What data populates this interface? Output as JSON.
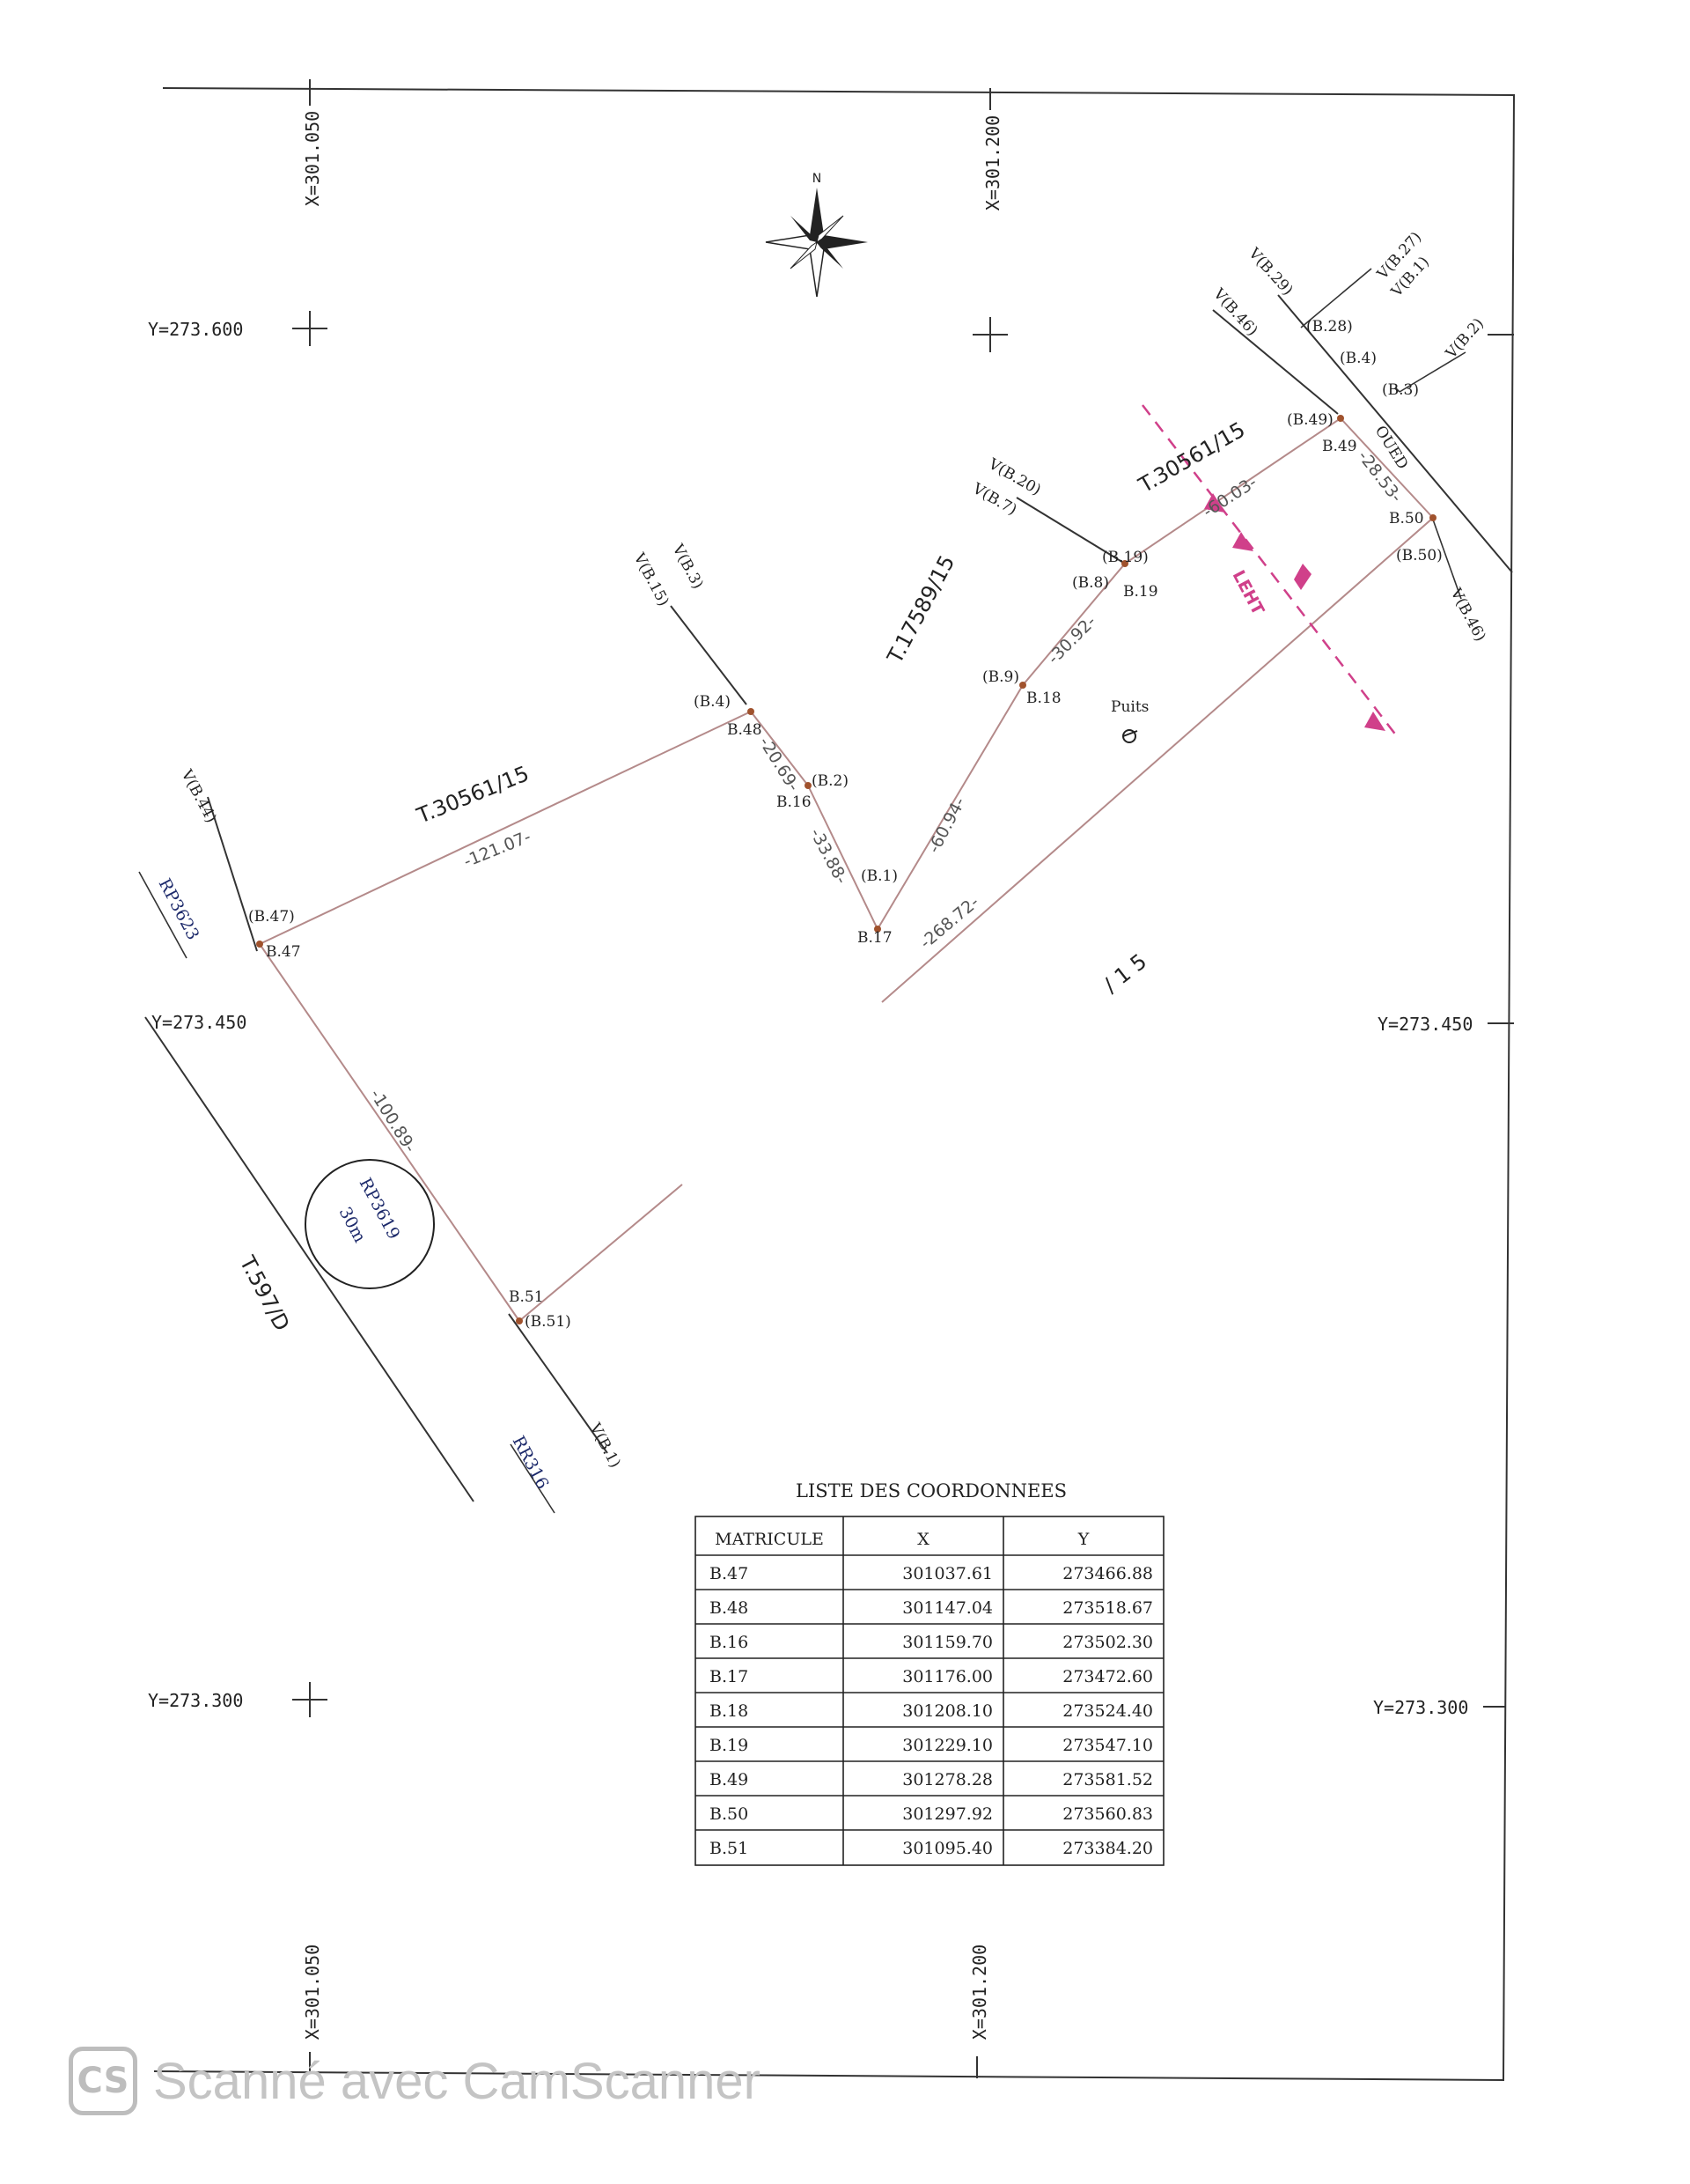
{
  "grid": {
    "x_left": "X=301.050",
    "x_right": "X=301.200",
    "y_top": "Y=273.600",
    "y_mid": "Y=273.450",
    "y_bottom": "Y=273.300"
  },
  "north": "N",
  "titles": {
    "t30561_a": "T.30561/15",
    "t30561_b": "T.30561/15",
    "t17589": "T.17589/15",
    "t597": "T.597/D",
    "slash15": "/ 1 5",
    "oued": "OUED",
    "puits": "Puits",
    "leht": "LEHT"
  },
  "refs": {
    "rp3623": "RP3623",
    "rp3619": "RP3619",
    "rp_width": "30m",
    "rr316": "RR316"
  },
  "distances": {
    "d_121": "-121.07-",
    "d_100": "-100.89-",
    "d_20": "-20.69-",
    "d_33": "-33.88-",
    "d_60_94": "-60.94-",
    "d_30": "-30.92-",
    "d_60_03": "-60.03-",
    "d_28": "-28.53-",
    "d_268": "-268.72-"
  },
  "points": {
    "b47": "B.47",
    "b47p": "(B.47)",
    "b48": "B.48",
    "b4p": "(B.4)",
    "b16": "B.16",
    "b2p": "(B.2)",
    "b17": "B.17",
    "b1p": "(B.1)",
    "b18": "B.18",
    "b9p": "(B.9)",
    "b19": "B.19",
    "b8p": "(B.8)",
    "b19p": "(B.19)",
    "b49": "B.49",
    "b49p": "(B.49)",
    "b50": "B.50",
    "b50p": "(B.50)",
    "b51": "B.51",
    "b51p": "(B.51)",
    "b28p": "(B.28)",
    "b4p2": "(B.4)",
    "b3p": "(B.3)"
  },
  "voisins": {
    "vb44": "V(B.44)",
    "vb3": "V(B.3)",
    "vb15": "V(B.15)",
    "vb20": "V(B.20)",
    "vb7": "V(B.7)",
    "vb29": "V(B.29)",
    "vb46a": "V(B.46)",
    "vb27": "V(B.27)",
    "vb1a": "V(B.1)",
    "vb2": "V(B.2)",
    "vb46b": "V(B.46)",
    "vb1b": "V(B.1)"
  },
  "table": {
    "title": "LISTE DES COORDONNEES",
    "headers": [
      "MATRICULE",
      "X",
      "Y"
    ],
    "rows": [
      [
        "B.47",
        "301037.61",
        "273466.88"
      ],
      [
        "B.48",
        "301147.04",
        "273518.67"
      ],
      [
        "B.16",
        "301159.70",
        "273502.30"
      ],
      [
        "B.17",
        "301176.00",
        "273472.60"
      ],
      [
        "B.18",
        "301208.10",
        "273524.40"
      ],
      [
        "B.19",
        "301229.10",
        "273547.10"
      ],
      [
        "B.49",
        "301278.28",
        "273581.52"
      ],
      [
        "B.50",
        "301297.92",
        "273560.83"
      ],
      [
        "B.51",
        "301095.40",
        "273384.20"
      ]
    ]
  },
  "watermark": {
    "badge": "CS",
    "text": "Scanné avec CamScanner"
  }
}
